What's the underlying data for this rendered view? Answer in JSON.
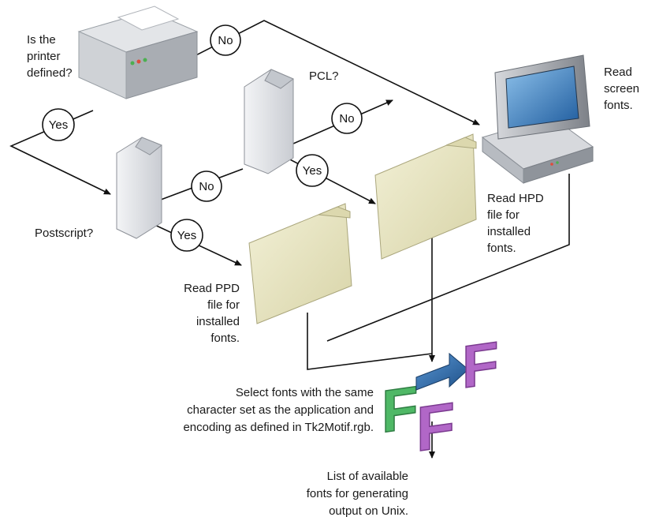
{
  "labels": {
    "printer_q": [
      "Is the",
      "printer",
      "defined?"
    ],
    "pcl_q": "PCL?",
    "postscript_q": "Postscript?",
    "screen_fonts": [
      "Read",
      "screen",
      "fonts."
    ],
    "hpd_text": [
      "Read HPD",
      "file for",
      "installed",
      "fonts."
    ],
    "ppd_text": [
      "Read PPD",
      "file for",
      "installed",
      "fonts."
    ],
    "select_text": [
      "Select fonts with the same",
      "character set as the application and",
      "encoding as defined in Tk2Motif.rgb."
    ],
    "list_text": [
      "List of available",
      "fonts for generating",
      "output on Unix."
    ]
  },
  "badges": {
    "no_top": "No",
    "yes_left": "Yes",
    "no_pcl": "No",
    "no_mid": "No",
    "yes_pcl": "Yes",
    "yes_ps": "Yes"
  },
  "font_glyph": "F",
  "colors": {
    "folder": "#e9e6c4",
    "folder_tab": "#dcd8ae",
    "document": "#e4e6ea",
    "monitor_screen": "#3a7fc4",
    "green_f": "#4fb866",
    "purple_f": "#b167c7",
    "arrow_blue": "#2f6fb0"
  }
}
